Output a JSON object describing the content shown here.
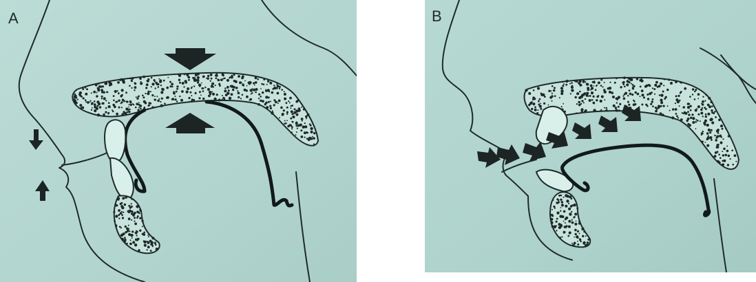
{
  "panels": [
    {
      "id": "A",
      "label": "A"
    },
    {
      "id": "B",
      "label": "B"
    }
  ],
  "colors": {
    "background": "#b6d8d2",
    "ink": "#1d2a2a",
    "bone_fill": "#c7e3dc"
  }
}
